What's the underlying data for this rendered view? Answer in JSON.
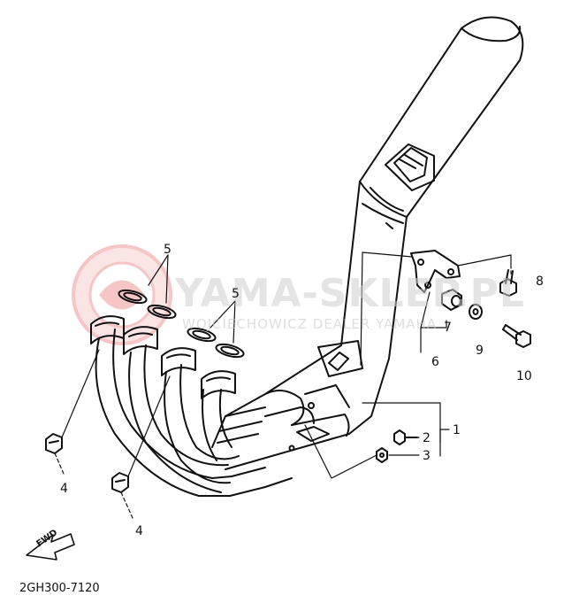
{
  "callouts": {
    "c1": "1",
    "c2": "2",
    "c3": "3",
    "c4a": "4",
    "c4b": "4",
    "c5a": "5",
    "c5b": "5",
    "c6": "6",
    "c7": "7",
    "c8": "8",
    "c9": "9",
    "c10": "10"
  },
  "fwd_label": "FWD",
  "diagram_code": "2GH300-7120",
  "watermark": {
    "brand": "YAMA-SKLEP.PL",
    "dealer": "WOJCIECHOWICZ DEALER YAMAHA"
  },
  "colors": {
    "line": "#111111",
    "watermark_logo": "#e85b5b",
    "watermark_text": "#cfcfcf"
  }
}
